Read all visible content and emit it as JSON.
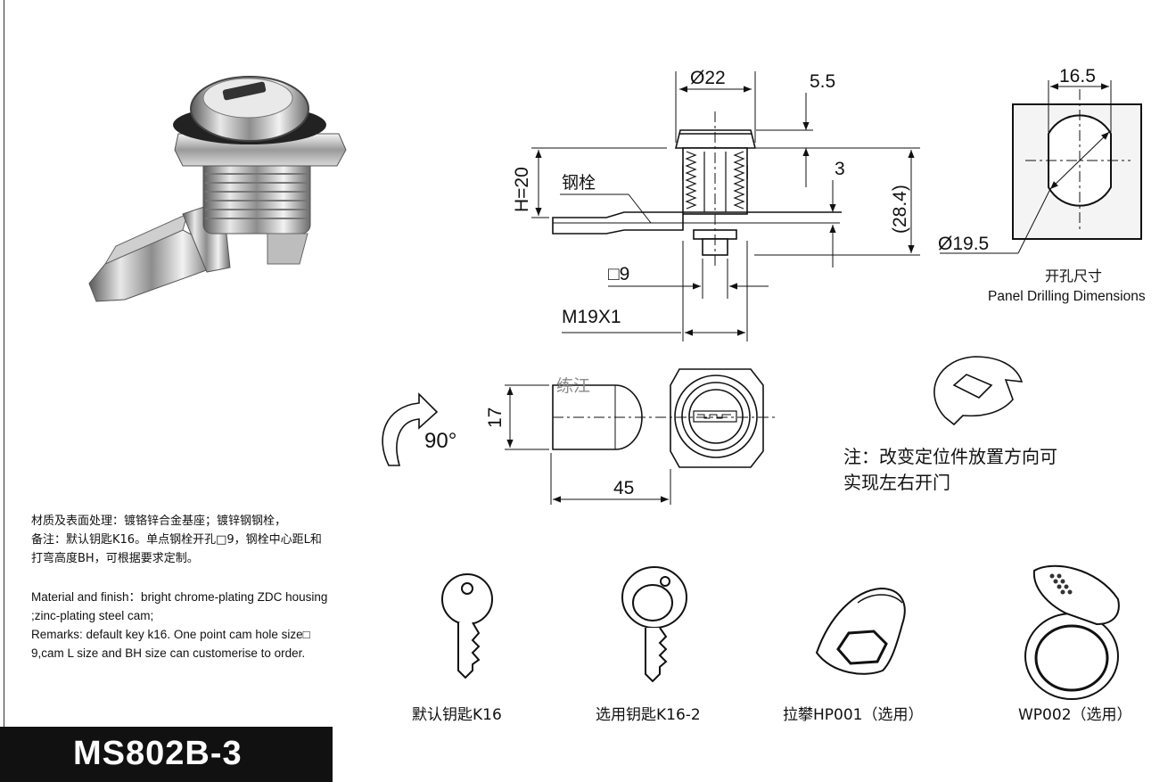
{
  "drawing": {
    "dims": {
      "d22": "Ø22",
      "d5_5": "5.5",
      "h20": "H=20",
      "cam_label": "钢栓",
      "d3": "3",
      "d28_4": "(28.4)",
      "sq9": "□9",
      "m19": "M19X1",
      "d17": "17",
      "rot90": "90°",
      "d45": "45",
      "d16_5": "16.5",
      "d19_5": "Ø19.5"
    },
    "panel": {
      "cn": "开孔尺寸",
      "en": "Panel Drilling Dimensions"
    },
    "watermark": "练江",
    "note": {
      "line1": "注：改变定位件放置方向可",
      "line2": "实现左右开门"
    }
  },
  "specs": {
    "cn_line1": "材质及表面处理：镀铬锌合金基座；镀锌钢钢栓，",
    "cn_line2": "备注：默认钥匙K16。单点钢栓开孔□9，钢栓中心距L和",
    "cn_line3": "打弯高度BH，可根据要求定制。",
    "en_line1": "Material and finish：bright chrome-plating  ZDC housing",
    "en_line2": ";zinc-plating steel cam;",
    "en_line3": "Remarks: default key k16. One point cam hole size□",
    "en_line4": "9,cam L size and BH size can customerise to order."
  },
  "accessories": [
    {
      "label": "默认钥匙K16",
      "icon": "key-k16-icon"
    },
    {
      "label": "选用钥匙K16-2",
      "icon": "key-k16-2-icon"
    },
    {
      "label": "拉攀HP001（选用）",
      "icon": "pull-handle-icon"
    },
    {
      "label": "WP002（选用）",
      "icon": "dust-cover-icon"
    }
  ],
  "model": "MS802B-3"
}
